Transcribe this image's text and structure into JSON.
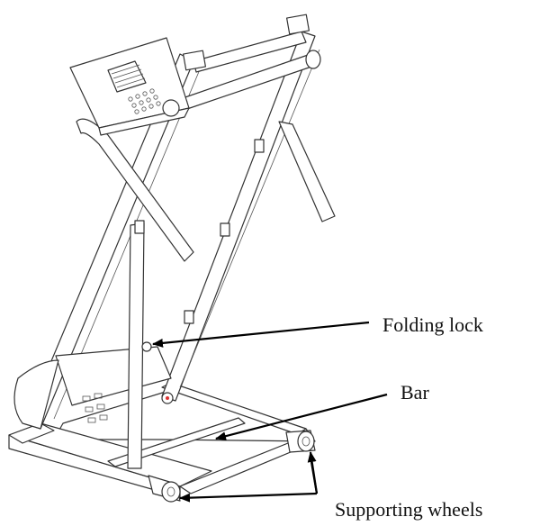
{
  "labels": {
    "folding_lock": "Folding lock",
    "bar": "Bar",
    "supporting_wheels": "Supporting wheels"
  }
}
